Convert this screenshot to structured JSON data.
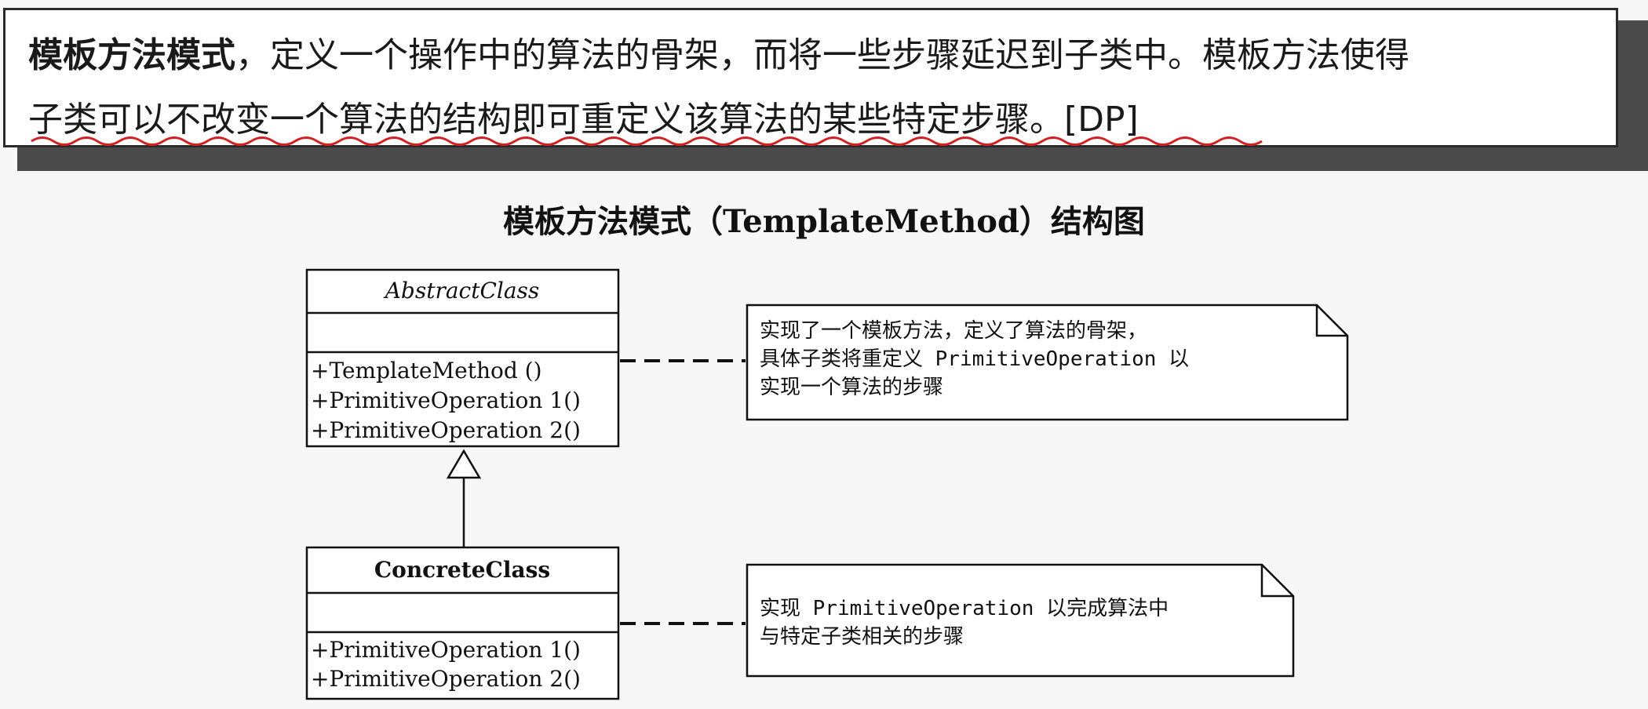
{
  "definition": {
    "term": "模板方法模式",
    "line1_rest": "，定义一个操作中的算法的骨架，而将一些步骤延迟到子类中。模板方法使得",
    "line2": "子类可以不改变一个算法的结构即可重定义该算法的某些特定步骤。[DP]"
  },
  "diagram": {
    "title": "模板方法模式（TemplateMethod）结构图",
    "abstract_class": {
      "name": "AbstractClass",
      "methods": [
        "+TemplateMethod ()",
        "+PrimitiveOperation 1()",
        "+PrimitiveOperation 2()"
      ]
    },
    "concrete_class": {
      "name": "ConcreteClass",
      "methods": [
        "+PrimitiveOperation 1()",
        "+PrimitiveOperation 2()"
      ]
    },
    "note_abstract": {
      "lines": [
        "实现了一个模板方法，定义了算法的骨架，",
        "具体子类将重定义 PrimitiveOperation 以",
        "实现一个算法的步骤"
      ]
    },
    "note_concrete": {
      "lines": [
        "实现 PrimitiveOperation 以完成算法中",
        "与特定子类相关的步骤"
      ]
    }
  },
  "colors": {
    "underline": "#d42020",
    "border": "#2a2a2a",
    "shadow": "#4a4a4a"
  }
}
